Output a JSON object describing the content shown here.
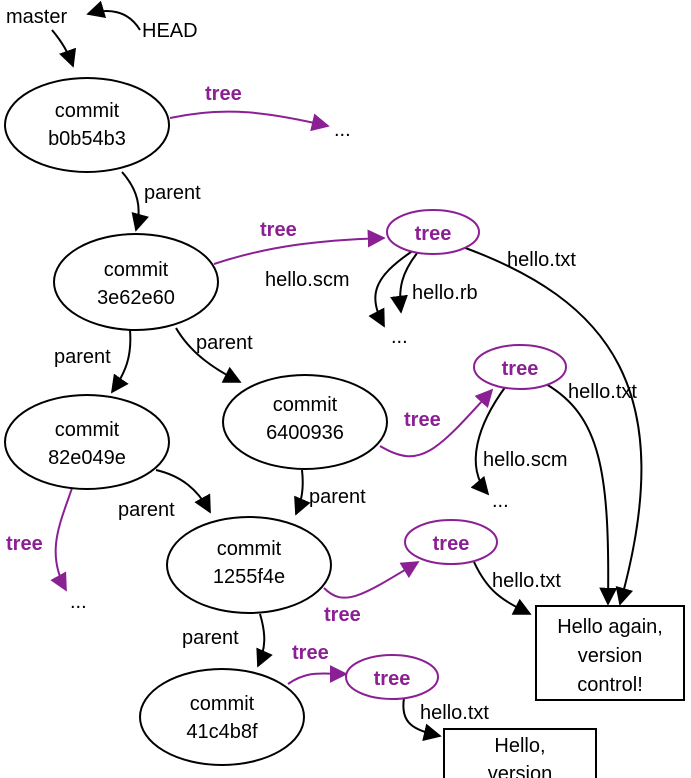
{
  "refs": {
    "master": "master",
    "head": "HEAD"
  },
  "commits": [
    {
      "id": "b0b54b3",
      "line1": "commit",
      "line2": "b0b54b3"
    },
    {
      "id": "3e62e60",
      "line1": "commit",
      "line2": "3e62e60"
    },
    {
      "id": "82e049e",
      "line1": "commit",
      "line2": "82e049e"
    },
    {
      "id": "6400936",
      "line1": "commit",
      "line2": "6400936"
    },
    {
      "id": "1255f4e",
      "line1": "commit",
      "line2": "1255f4e"
    },
    {
      "id": "41c4b8f",
      "line1": "commit",
      "line2": "41c4b8f"
    }
  ],
  "trees": [
    "tree",
    "tree",
    "tree",
    "tree"
  ],
  "blobs": [
    {
      "lines": [
        "Hello again,",
        "version",
        "control!"
      ]
    },
    {
      "lines": [
        "Hello,",
        "version"
      ]
    }
  ],
  "edge_labels": {
    "parent": [
      "parent",
      "parent",
      "parent",
      "parent",
      "parent",
      "parent"
    ],
    "tree": [
      "tree",
      "tree",
      "tree",
      "tree",
      "tree",
      "tree"
    ],
    "files": [
      "hello.txt",
      "hello.scm",
      "hello.rb",
      "hello.txt",
      "hello.scm",
      "hello.txt",
      "hello.txt"
    ]
  },
  "ellipses": [
    "...",
    "...",
    "...",
    "..."
  ]
}
